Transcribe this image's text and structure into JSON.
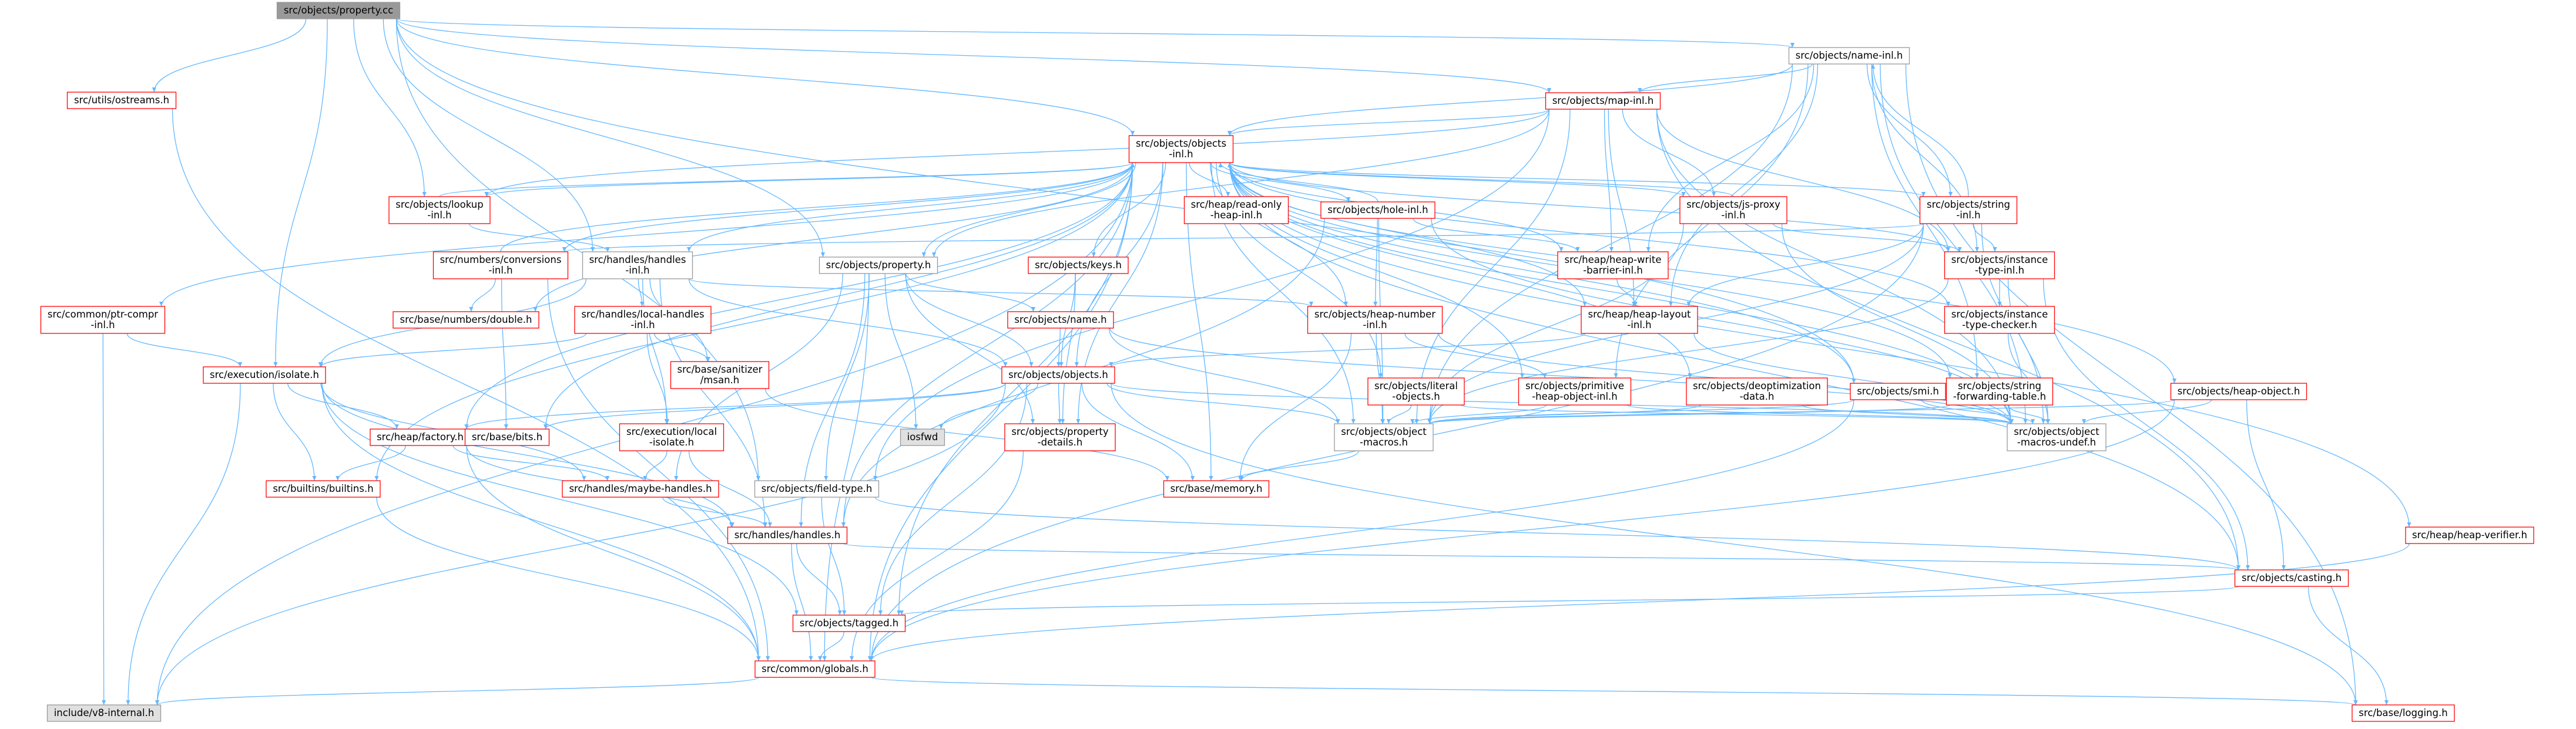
{
  "graph": {
    "title": "",
    "colors": {
      "edge": "#63B8FF",
      "border_red": "#FF0000",
      "border_grey": "#999999",
      "root_fill": "#999999",
      "grey_fill": "#E0E0E0",
      "node_fill": "#FFFFFF",
      "text": "#000000"
    },
    "nodes": [
      {
        "id": "root",
        "lines": [
          "src/objects/property.cc"
        ],
        "style": "root"
      },
      {
        "id": "ostreams",
        "lines": [
          "src/utils/ostreams.h"
        ],
        "style": "red"
      },
      {
        "id": "namein",
        "lines": [
          "src/objects/name-inl.h"
        ],
        "style": "grey"
      },
      {
        "id": "mapin",
        "lines": [
          "src/objects/map-inl.h"
        ],
        "style": "red"
      },
      {
        "id": "objectsin",
        "lines": [
          "src/objects/objects",
          "-inl.h"
        ],
        "style": "red"
      },
      {
        "id": "lookupin",
        "lines": [
          "src/objects/lookup",
          "-inl.h"
        ],
        "style": "red"
      },
      {
        "id": "readonly",
        "lines": [
          "src/heap/read-only",
          "-heap-inl.h"
        ],
        "style": "red"
      },
      {
        "id": "holein",
        "lines": [
          "src/objects/hole-inl.h"
        ],
        "style": "red"
      },
      {
        "id": "jsproxy",
        "lines": [
          "src/objects/js-proxy",
          "-inl.h"
        ],
        "style": "red"
      },
      {
        "id": "stringin",
        "lines": [
          "src/objects/string",
          "-inl.h"
        ],
        "style": "red"
      },
      {
        "id": "numconv",
        "lines": [
          "src/numbers/conversions",
          "-inl.h"
        ],
        "style": "red"
      },
      {
        "id": "handlesin",
        "lines": [
          "src/handles/handles",
          "-inl.h"
        ],
        "style": "grey"
      },
      {
        "id": "propertyh",
        "lines": [
          "src/objects/property.h"
        ],
        "style": "grey"
      },
      {
        "id": "keys",
        "lines": [
          "src/objects/keys.h"
        ],
        "style": "red"
      },
      {
        "id": "writebarrier",
        "lines": [
          "src/heap/heap-write",
          "-barrier-inl.h"
        ],
        "style": "red"
      },
      {
        "id": "insttypein",
        "lines": [
          "src/objects/instance",
          "-type-inl.h"
        ],
        "style": "red"
      },
      {
        "id": "ptrcompr",
        "lines": [
          "src/common/ptr-compr",
          "-inl.h"
        ],
        "style": "red"
      },
      {
        "id": "numdouble",
        "lines": [
          "src/base/numbers/double.h"
        ],
        "style": "red"
      },
      {
        "id": "localhandles",
        "lines": [
          "src/handles/local-handles",
          "-inl.h"
        ],
        "style": "red"
      },
      {
        "id": "namea",
        "lines": [
          "src/objects/name.h"
        ],
        "style": "red"
      },
      {
        "id": "heapnumber",
        "lines": [
          "src/objects/heap-number",
          "-inl.h"
        ],
        "style": "red"
      },
      {
        "id": "heaplayout",
        "lines": [
          "src/heap/heap-layout",
          "-inl.h"
        ],
        "style": "red"
      },
      {
        "id": "checker",
        "lines": [
          "src/objects/instance",
          "-type-checker.h"
        ],
        "style": "red"
      },
      {
        "id": "isolate",
        "lines": [
          "src/execution/isolate.h"
        ],
        "style": "red"
      },
      {
        "id": "msan",
        "lines": [
          "src/base/sanitizer",
          "/msan.h"
        ],
        "style": "red"
      },
      {
        "id": "objectsh",
        "lines": [
          "src/objects/objects.h"
        ],
        "style": "red"
      },
      {
        "id": "literal",
        "lines": [
          "src/objects/literal",
          "-objects.h"
        ],
        "style": "red"
      },
      {
        "id": "primitive",
        "lines": [
          "src/objects/primitive",
          "-heap-object-inl.h"
        ],
        "style": "red"
      },
      {
        "id": "deopt",
        "lines": [
          "src/objects/deoptimization",
          "-data.h"
        ],
        "style": "red"
      },
      {
        "id": "smi",
        "lines": [
          "src/objects/smi.h"
        ],
        "style": "red"
      },
      {
        "id": "fwdtable",
        "lines": [
          "src/objects/string",
          "-forwarding-table.h"
        ],
        "style": "red"
      },
      {
        "id": "heapobject",
        "lines": [
          "src/objects/heap-object.h"
        ],
        "style": "red"
      },
      {
        "id": "factory",
        "lines": [
          "src/heap/factory.h"
        ],
        "style": "red"
      },
      {
        "id": "bits",
        "lines": [
          "src/base/bits.h"
        ],
        "style": "red"
      },
      {
        "id": "execlocal",
        "lines": [
          "src/execution/local",
          "-isolate.h"
        ],
        "style": "red"
      },
      {
        "id": "iosfwd",
        "lines": [
          "iosfwd"
        ],
        "style": "greyfill"
      },
      {
        "id": "propdetails",
        "lines": [
          "src/objects/property",
          "-details.h"
        ],
        "style": "red"
      },
      {
        "id": "macros",
        "lines": [
          "src/objects/object",
          "-macros.h"
        ],
        "style": "grey"
      },
      {
        "id": "undef",
        "lines": [
          "src/objects/object",
          "-macros-undef.h"
        ],
        "style": "grey"
      },
      {
        "id": "builtins",
        "lines": [
          "src/builtins/builtins.h"
        ],
        "style": "red"
      },
      {
        "id": "maybehandles",
        "lines": [
          "src/handles/maybe-handles.h"
        ],
        "style": "red"
      },
      {
        "id": "fieldtype",
        "lines": [
          "src/objects/field-type.h"
        ],
        "style": "grey"
      },
      {
        "id": "memory",
        "lines": [
          "src/base/memory.h"
        ],
        "style": "red"
      },
      {
        "id": "handlesh",
        "lines": [
          "src/handles/handles.h"
        ],
        "style": "red"
      },
      {
        "id": "verifier",
        "lines": [
          "src/heap/heap-verifier.h"
        ],
        "style": "red"
      },
      {
        "id": "casting",
        "lines": [
          "src/objects/casting.h"
        ],
        "style": "red"
      },
      {
        "id": "tagged",
        "lines": [
          "src/objects/tagged.h"
        ],
        "style": "red"
      },
      {
        "id": "globals",
        "lines": [
          "src/common/globals.h"
        ],
        "style": "red"
      },
      {
        "id": "v8internal",
        "lines": [
          "include/v8-internal.h"
        ],
        "style": "greyfill"
      },
      {
        "id": "logging",
        "lines": [
          "src/base/logging.h"
        ],
        "style": "red"
      }
    ],
    "edges": [
      [
        "root",
        "ostreams"
      ],
      [
        "root",
        "namein"
      ],
      [
        "root",
        "objectsin"
      ],
      [
        "root",
        "lookupin"
      ],
      [
        "root",
        "handlesin"
      ],
      [
        "root",
        "propertyh"
      ],
      [
        "root",
        "mapin"
      ],
      [
        "root",
        "smi"
      ],
      [
        "root",
        "fieldtype"
      ],
      [
        "root",
        "isolate"
      ],
      [
        "ostreams",
        "globals"
      ],
      [
        "namein",
        "mapin"
      ],
      [
        "namein",
        "stringin"
      ],
      [
        "namein",
        "objectsin"
      ],
      [
        "namein",
        "writebarrier"
      ],
      [
        "namein",
        "insttypein"
      ],
      [
        "namein",
        "fwdtable"
      ],
      [
        "namein",
        "macros"
      ],
      [
        "namein",
        "undef"
      ],
      [
        "namein",
        "heaplayout"
      ],
      [
        "namein",
        "primitive"
      ],
      [
        "namein",
        "logging"
      ],
      [
        "mapin",
        "objectsin"
      ],
      [
        "mapin",
        "lookupin"
      ],
      [
        "mapin",
        "propertyh"
      ],
      [
        "mapin",
        "writebarrier"
      ],
      [
        "mapin",
        "heaplayout"
      ],
      [
        "mapin",
        "insttypein"
      ],
      [
        "mapin",
        "fieldtype"
      ],
      [
        "mapin",
        "macros"
      ],
      [
        "mapin",
        "undef"
      ],
      [
        "mapin",
        "casting"
      ],
      [
        "mapin",
        "jsproxy"
      ],
      [
        "objectsin",
        "lookupin"
      ],
      [
        "objectsin",
        "readonly"
      ],
      [
        "objectsin",
        "holein"
      ],
      [
        "objectsin",
        "jsproxy"
      ],
      [
        "objectsin",
        "stringin"
      ],
      [
        "objectsin",
        "numconv"
      ],
      [
        "objectsin",
        "handlesin"
      ],
      [
        "objectsin",
        "propertyh"
      ],
      [
        "objectsin",
        "keys"
      ],
      [
        "objectsin",
        "writebarrier"
      ],
      [
        "objectsin",
        "insttypein"
      ],
      [
        "objectsin",
        "ptrcompr"
      ],
      [
        "objectsin",
        "numdouble"
      ],
      [
        "objectsin",
        "heapnumber"
      ],
      [
        "objectsin",
        "heaplayout"
      ],
      [
        "objectsin",
        "checker"
      ],
      [
        "objectsin",
        "objectsh"
      ],
      [
        "objectsin",
        "literal"
      ],
      [
        "objectsin",
        "primitive"
      ],
      [
        "objectsin",
        "deopt"
      ],
      [
        "objectsin",
        "smi"
      ],
      [
        "objectsin",
        "fwdtable"
      ],
      [
        "objectsin",
        "heapobject"
      ],
      [
        "objectsin",
        "factory"
      ],
      [
        "objectsin",
        "bits"
      ],
      [
        "objectsin",
        "propdetails"
      ],
      [
        "objectsin",
        "macros"
      ],
      [
        "objectsin",
        "undef"
      ],
      [
        "objectsin",
        "builtins"
      ],
      [
        "objectsin",
        "memory"
      ],
      [
        "objectsin",
        "handlesh"
      ],
      [
        "objectsin",
        "verifier"
      ],
      [
        "objectsin",
        "casting"
      ],
      [
        "objectsin",
        "tagged"
      ],
      [
        "objectsin",
        "globals"
      ],
      [
        "objectsin",
        "v8internal"
      ],
      [
        "lookupin",
        "objectsin"
      ],
      [
        "lookupin",
        "handlesin"
      ],
      [
        "holein",
        "objectsin"
      ],
      [
        "holein",
        "heapnumber"
      ],
      [
        "holein",
        "writebarrier"
      ],
      [
        "holein",
        "macros"
      ],
      [
        "holein",
        "undef"
      ],
      [
        "holein",
        "handlesh"
      ],
      [
        "jsproxy",
        "objectsin"
      ],
      [
        "jsproxy",
        "insttypein"
      ],
      [
        "jsproxy",
        "macros"
      ],
      [
        "jsproxy",
        "undef"
      ],
      [
        "stringin",
        "namein"
      ],
      [
        "stringin",
        "insttypein"
      ],
      [
        "stringin",
        "numconv"
      ],
      [
        "stringin",
        "heaplayout"
      ],
      [
        "stringin",
        "macros"
      ],
      [
        "stringin",
        "undef"
      ],
      [
        "stringin",
        "globals"
      ],
      [
        "numconv",
        "numdouble"
      ],
      [
        "numconv",
        "objectsin"
      ],
      [
        "numconv",
        "globals"
      ],
      [
        "numconv",
        "bits"
      ],
      [
        "handlesin",
        "localhandles"
      ],
      [
        "handlesin",
        "objectsh"
      ],
      [
        "handlesin",
        "handlesh"
      ],
      [
        "handlesin",
        "execlocal"
      ],
      [
        "handlesin",
        "msan"
      ],
      [
        "handlesin",
        "heapnumber"
      ],
      [
        "handlesin",
        "isolate"
      ],
      [
        "propertyh",
        "namea"
      ],
      [
        "propertyh",
        "objectsh"
      ],
      [
        "propertyh",
        "iosfwd"
      ],
      [
        "propertyh",
        "propdetails"
      ],
      [
        "propertyh",
        "maybehandles"
      ],
      [
        "propertyh",
        "handlesh"
      ],
      [
        "propertyh",
        "globals"
      ],
      [
        "propertyh",
        "fieldtype"
      ],
      [
        "keys",
        "objectsh"
      ],
      [
        "keys",
        "propdetails"
      ],
      [
        "writebarrier",
        "heaplayout"
      ],
      [
        "heaplayout",
        "objectsh"
      ],
      [
        "heaplayout",
        "undef"
      ],
      [
        "insttypein",
        "checker"
      ],
      [
        "insttypein",
        "macros"
      ],
      [
        "insttypein",
        "undef"
      ],
      [
        "insttypein",
        "casting"
      ],
      [
        "checker",
        "undef"
      ],
      [
        "ptrcompr",
        "isolate"
      ],
      [
        "ptrcompr",
        "v8internal"
      ],
      [
        "localhandles",
        "isolate"
      ],
      [
        "localhandles",
        "execlocal"
      ],
      [
        "localhandles",
        "msan"
      ],
      [
        "namea",
        "objectsh"
      ],
      [
        "namea",
        "macros"
      ],
      [
        "namea",
        "undef"
      ],
      [
        "heapnumber",
        "primitive"
      ],
      [
        "heapnumber",
        "macros"
      ],
      [
        "heapnumber",
        "undef"
      ],
      [
        "heapnumber",
        "memory"
      ],
      [
        "isolate",
        "factory"
      ],
      [
        "isolate",
        "builtins"
      ],
      [
        "isolate",
        "handlesh"
      ],
      [
        "isolate",
        "globals"
      ],
      [
        "isolate",
        "tagged"
      ],
      [
        "isolate",
        "v8internal"
      ],
      [
        "isolate",
        "maybehandles"
      ],
      [
        "msan",
        "memory"
      ],
      [
        "objectsh",
        "iosfwd"
      ],
      [
        "objectsh",
        "propdetails"
      ],
      [
        "objectsh",
        "macros"
      ],
      [
        "objectsh",
        "undef"
      ],
      [
        "objectsh",
        "bits"
      ],
      [
        "objectsh",
        "memory"
      ],
      [
        "objectsh",
        "tagged"
      ],
      [
        "objectsh",
        "v8internal"
      ],
      [
        "objectsh",
        "logging"
      ],
      [
        "objectsh",
        "factory"
      ],
      [
        "literal",
        "macros"
      ],
      [
        "literal",
        "undef"
      ],
      [
        "primitive",
        "macros"
      ],
      [
        "primitive",
        "undef"
      ],
      [
        "deopt",
        "macros"
      ],
      [
        "deopt",
        "undef"
      ],
      [
        "smi",
        "macros"
      ],
      [
        "smi",
        "undef"
      ],
      [
        "smi",
        "globals"
      ],
      [
        "fwdtable",
        "macros"
      ],
      [
        "fwdtable",
        "undef"
      ],
      [
        "heapobject",
        "macros"
      ],
      [
        "heapobject",
        "undef"
      ],
      [
        "heapobject",
        "casting"
      ],
      [
        "heapobject",
        "globals"
      ],
      [
        "factory",
        "maybehandles"
      ],
      [
        "factory",
        "builtins"
      ],
      [
        "factory",
        "handlesh"
      ],
      [
        "factory",
        "globals"
      ],
      [
        "execlocal",
        "handlesh"
      ],
      [
        "execlocal",
        "maybehandles"
      ],
      [
        "propdetails",
        "globals"
      ],
      [
        "macros",
        "memory"
      ],
      [
        "builtins",
        "globals"
      ],
      [
        "maybehandles",
        "handlesh"
      ],
      [
        "fieldtype",
        "casting"
      ],
      [
        "fieldtype",
        "tagged"
      ],
      [
        "handlesh",
        "casting"
      ],
      [
        "handlesh",
        "tagged"
      ],
      [
        "handlesh",
        "globals"
      ],
      [
        "verifier",
        "globals"
      ],
      [
        "casting",
        "tagged"
      ],
      [
        "casting",
        "logging"
      ],
      [
        "tagged",
        "globals"
      ],
      [
        "globals",
        "v8internal"
      ],
      [
        "globals",
        "logging"
      ]
    ]
  }
}
